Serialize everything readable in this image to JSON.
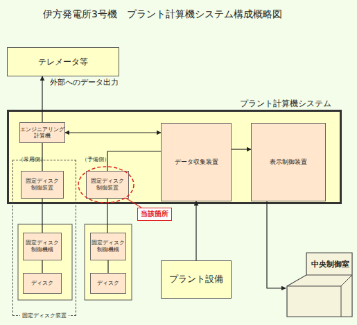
{
  "diagram": {
    "title": "伊方発電所3号機　プラント計算機システム構成概略図",
    "nodes": [
      {
        "text": [
          "テレメータ等"
        ]
      },
      {
        "text": [
          "プラント計算機システム"
        ]
      },
      {
        "text": [
          "エンジニアリング 計算機"
        ],
        "in": 1
      },
      {
        "text": [
          "データ収集装置"
        ],
        "in": 1
      },
      {
        "text": [
          "表示制御装置"
        ],
        "in": 1
      },
      {
        "text": [
          "固定ディスク 制御装置"
        ],
        "in": 1
      },
      {
        "text": [
          "固定ディスク 制御装置"
        ],
        "in": 1
      },
      {
        "text": [
          "当該箇所"
        ]
      },
      {
        "text": [
          "固定ディスク装置"
        ]
      },
      {
        "text": [
          "固定ディスク 制御機構"
        ],
        "in": 8
      },
      {
        "text": [
          "ディスク"
        ],
        "in": 8
      },
      {
        "text": [
          "固定ディスク 制御機構"
        ]
      },
      {
        "text": [
          "ディスク"
        ]
      },
      {
        "text": [
          "プラント設備"
        ]
      },
      {
        "text": [
          "中央制御室"
        ]
      }
    ],
    "edges": [
      {
        "from": 2,
        "to": 0,
        "arrow": "to",
        "label": "外部へのデータ出力"
      },
      {
        "from": 2,
        "to": 3,
        "arrow": "both"
      },
      {
        "from": 2,
        "to": 5,
        "arrow": "none"
      },
      {
        "from": 6,
        "to": 3,
        "arrow": "none"
      },
      {
        "from": 3,
        "to": 4,
        "arrow": "to"
      },
      {
        "from": 5,
        "to": 9,
        "arrow": "none"
      },
      {
        "from": 9,
        "to": 10,
        "arrow": "none"
      },
      {
        "from": 6,
        "to": 11,
        "arrow": "none"
      },
      {
        "from": 11,
        "to": 12,
        "arrow": "none"
      },
      {
        "from": 13,
        "to": 3,
        "arrow": "to"
      },
      {
        "from": 4,
        "to": 14,
        "arrow": "to"
      }
    ],
    "labels": [
      "（常用側）",
      "（予備側）"
    ]
  }
}
